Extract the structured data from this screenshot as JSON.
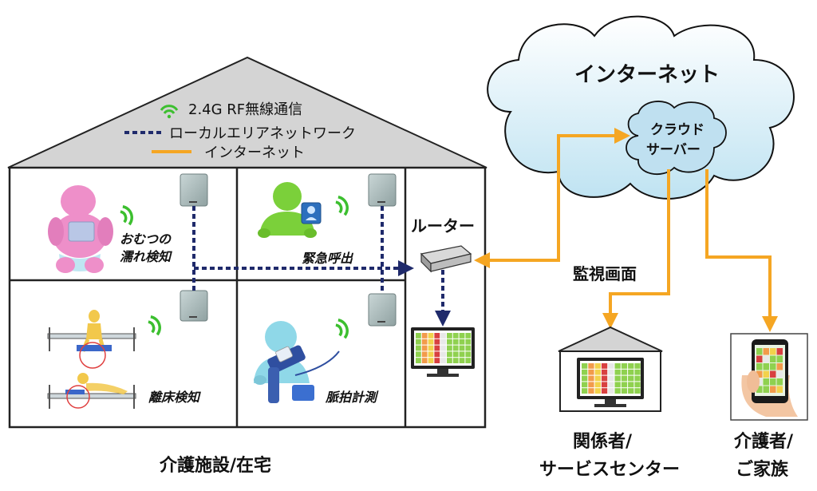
{
  "house": {
    "legend": {
      "rf": "2.4G RF無線通信",
      "lan": "ローカルエリアネットワーク",
      "internet": "インターネット"
    },
    "rooms": {
      "diaper_line1": "おむつの",
      "diaper_line2": "濡れ検知",
      "emergency": "緊急呼出",
      "bed_exit": "離床検知",
      "pulse": "脈拍計測"
    },
    "router": "ルーター",
    "caption": "介護施設/在宅"
  },
  "cloud": {
    "internet": "インターネット",
    "server_line1": "クラウド",
    "server_line2": "サーバー"
  },
  "monitor_label": "監視画面",
  "recipients": {
    "related_line1": "関係者/",
    "related_line2": "サービスセンター",
    "caregiver_line1": "介護者/",
    "caregiver_line2": "ご家族"
  },
  "colors": {
    "rf_green": "#3cbf2f",
    "lan_navy": "#1f2a6b",
    "internet_orange": "#f5a623",
    "roof_gray": "#d4d4d4",
    "cloud_blue": "#d6ecf5",
    "server_cloud": "#bfe0f0",
    "diaper_pink": "#ee8fc9",
    "person_green": "#7bd03a",
    "person_cyan": "#8fd8e8"
  }
}
